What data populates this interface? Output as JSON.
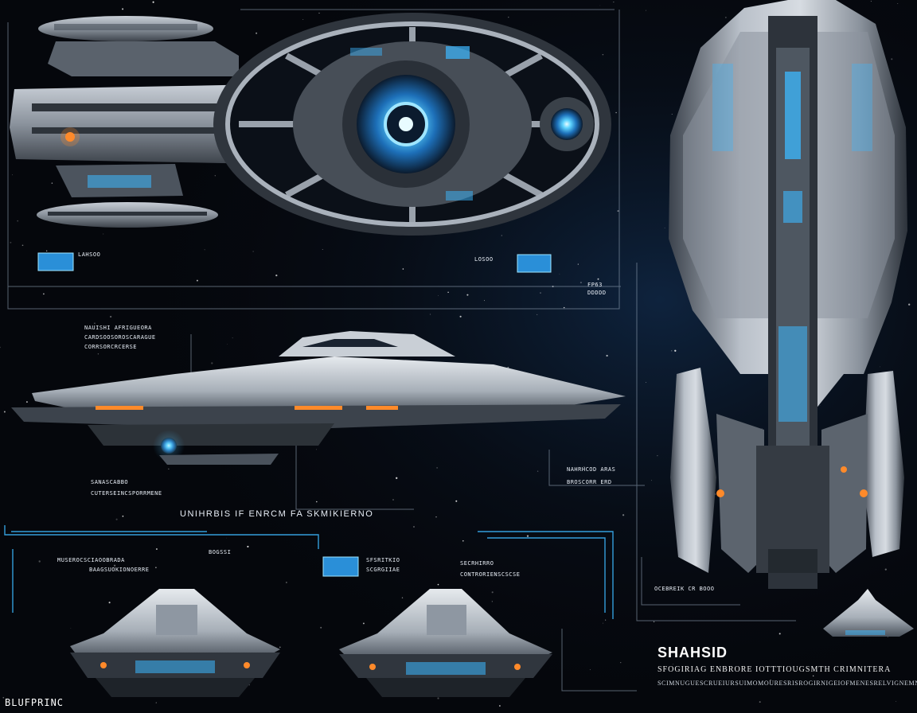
{
  "colors": {
    "background": "#05070c",
    "hull": "#9aa3ae",
    "glow": "#3cb8ff",
    "engine": "#ff8a2a",
    "line": "#8fa0b3"
  },
  "icons": [
    "starship-top-view",
    "starship-side-view",
    "starship-front-view",
    "starship-rear-view",
    "reactor-core",
    "engine-pod"
  ],
  "labels": {
    "l1": "LAHSOO",
    "l2": "LOSOO",
    "l3": "FP63",
    "l4": "DDDDD",
    "l5a": "NAUISHI  AFRIGUEORA",
    "l5b": "CARDSOOSOROSCARAGUE",
    "l5c": "CORRSORCRCERSE",
    "l6a": "SANASCABBO",
    "l6b": "CUTERSEINCSPORRMENE",
    "l7": "UNIHRBIS  IF  ENRCM     FA    SKMIKIERNO",
    "l8a": "MUSEROCSCIAOOBRADA",
    "l8b": "BAAGSUOKIONOERRE",
    "l9": "BOGSSI",
    "l10a": "SFSRITKIO",
    "l10b": "SCGRGIIAE",
    "l11a": "SECRHIRRO",
    "l11b": "CONTRORIENSCSCSE",
    "l12a": "NAHRHCOD  ARAS",
    "l12b": "BROSCORR  ERD",
    "l13": "OCEBREIK  CR  BOOO"
  },
  "title": "SHAHSID",
  "subtitle": "SFOGIRIAG  ENBRORE   IOTTTIOUGSMTH  CRIMNITERA",
  "subtitle2": "SCIMNUGUESCRUEIURSUIMOMOURESRISROGIRNIGEIOFMENESRELVIGNEMNIS",
  "brand": "BLUFPRINC"
}
